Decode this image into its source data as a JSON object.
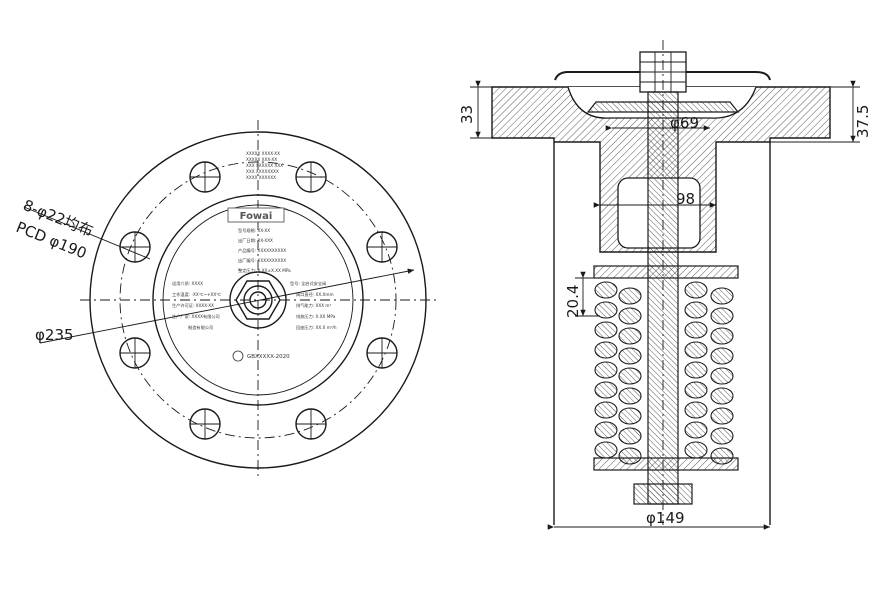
{
  "left_view": {
    "bolt_holes_note": "8-φ22均布",
    "pcd_note": "PCD φ190",
    "outer_dim": "φ235",
    "plate": {
      "brand": "Fowai",
      "lines": [
        "型号规格: XX-XX",
        "出厂日期: XX-XXX",
        "产品编号: XXXXXXXXXX",
        "出厂编号: XXXXXXXXXX",
        "整定压力: X.XX±X.XX MPa"
      ],
      "left_lines": [
        "适用介质: XXXX",
        "工作温度: -XX℃~+XX℃",
        "生产许可证: XXXX-XX",
        "生产厂家: XXXX有限公司",
        "制造有限公司"
      ],
      "right_lines": [
        "型号: 全启式安全阀",
        "阀口直径: XX.Xmm",
        "排气能力: XXX m³",
        "排放压力: X.XX MPa",
        "回座压力: XX.X m³/h"
      ],
      "std": "GBXXXXX-2020",
      "top_lines": [
        "XXXXX XXXX-XX",
        "XXXXX XXX-XX",
        "XXX XXXXXX XXX",
        "XXX XXXXXXXX",
        "XXXX XXXXXX"
      ]
    }
  },
  "right_view": {
    "dim_33": "33",
    "dim_375": "37.5",
    "dim_69": "φ69",
    "dim_98": "98",
    "dim_204": "20.4",
    "dim_149": "φ149"
  }
}
